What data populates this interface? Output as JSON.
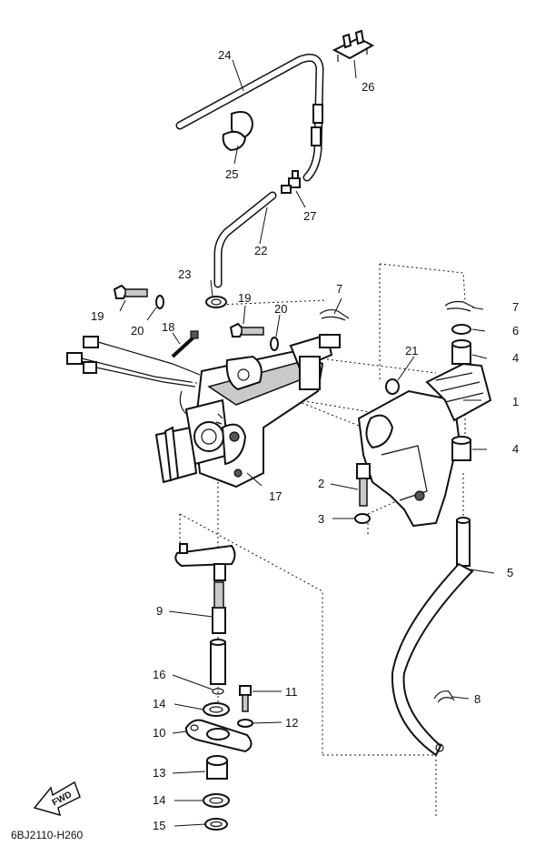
{
  "diagram": {
    "code": "6BJ2110-H260",
    "fwd_label": "FWD",
    "callouts": {
      "c1": "1",
      "c2": "2",
      "c3": "3",
      "c4a": "4",
      "c4b": "4",
      "c5": "5",
      "c6": "6",
      "c7a": "7",
      "c7b": "7",
      "c8": "8",
      "c9": "9",
      "c10": "10",
      "c11": "11",
      "c12": "12",
      "c13": "13",
      "c14a": "14",
      "c14b": "14",
      "c15": "15",
      "c16": "16",
      "c17": "17",
      "c18": "18",
      "c19a": "19",
      "c19b": "19",
      "c20a": "20",
      "c20b": "20",
      "c21": "21",
      "c22": "22",
      "c23": "23",
      "c24": "24",
      "c25": "25",
      "c26": "26",
      "c27": "27"
    }
  }
}
